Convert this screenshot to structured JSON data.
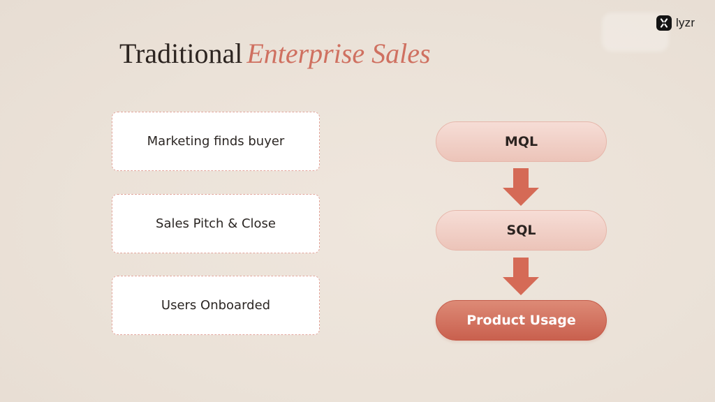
{
  "brand": {
    "name": "lyzr",
    "icon": "lyzr-logo-icon"
  },
  "title": {
    "plain": "Traditional",
    "accent": "Enterprise Sales"
  },
  "steps": [
    {
      "label": "Marketing finds buyer"
    },
    {
      "label": "Sales Pitch & Close"
    },
    {
      "label": "Users Onboarded"
    }
  ],
  "funnel": [
    {
      "label": "MQL"
    },
    {
      "label": "SQL"
    },
    {
      "label": "Product Usage"
    }
  ],
  "colors": {
    "accent": "#cf7060",
    "arrow": "#d56a56",
    "pill_light": "#f2d3ca",
    "pill_dark": "#d3725f",
    "background": "#ece3d9"
  }
}
